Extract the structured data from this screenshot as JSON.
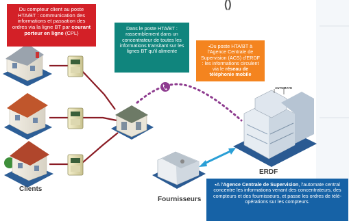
{
  "texts": {
    "red_line1": "Du compteur client au poste HTA/BT : communication des informations et passation des ordres via la ligne BT par",
    "red_bold": "courant porteur en ligne",
    "red_tail": " (CPL)",
    "teal": "Dans le poste HTA/BT : rassemblement dans un concentrateur de toutes les informations transitant sur les lignes BT qu'il alimente",
    "orange_line1": "▪Du poste HTA/BT à l'Agence Centrale de Supervision (ACS) d'ERDF : les informations circulent via le",
    "orange_bold": "réseau de téléphonie mobile",
    "blue_prefix": "▪A l'",
    "blue_bold": "Agence Centrale de Supervision",
    "blue_rest": ", l'automate central concentre les informations venant des concentrateurs, des compteurs et des fournisseurs, et passe les ordres de télé-opérations sur les compteurs.",
    "label_clients": "Clients",
    "label_fournisseurs": "Fournisseurs",
    "label_erdf": "ERDF",
    "label_automate": "AUTOMATE",
    "top_glyph": "()"
  },
  "colors": {
    "red_box": "#d32027",
    "teal_box": "#10857d",
    "orange_box": "#f4841f",
    "blue_box": "#1662a6",
    "bt_line": "#8a1b24",
    "mobile_dots": "#8e3c8f",
    "link_arrow": "#2a9fd6"
  },
  "icons": {
    "phone": "phone-icon",
    "house": "house-icon",
    "meter": "meter-icon",
    "substation": "substation-icon",
    "building": "building-icon",
    "supplier": "supplier-icon"
  }
}
